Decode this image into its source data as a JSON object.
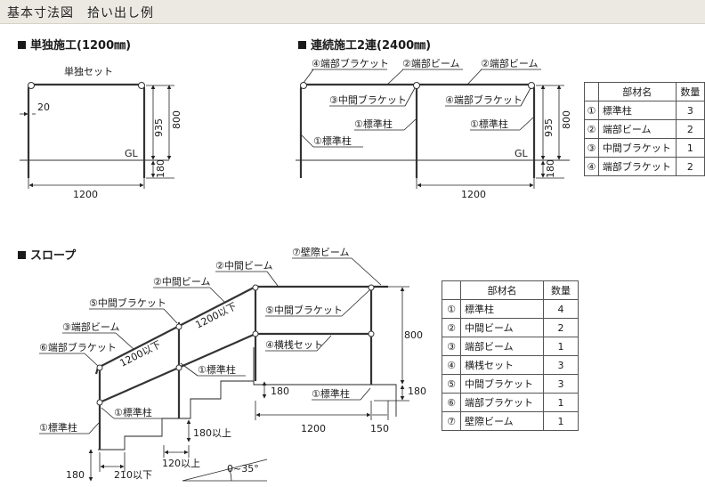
{
  "header": {
    "title": "基本寸法図　拾い出し例"
  },
  "sections": {
    "single": "単独施工(1200㎜)",
    "double": "連続施工2連(2400㎜)",
    "slope": "スロープ"
  },
  "single": {
    "set_label": "単独セット",
    "dims": {
      "offset": "20",
      "width": "1200",
      "height": "935",
      "total": "800",
      "below": "180"
    },
    "gl": "GL"
  },
  "double": {
    "labels": {
      "end_bracket": "④端部ブラケット",
      "end_beam_1": "②端部ビーム",
      "end_beam_2": "②端部ビーム",
      "mid_bracket": "③中間ブラケット",
      "end_bracket_2": "④端部ブラケット",
      "post_1": "①標準柱",
      "post_2": "①標準柱",
      "post_3": "①標準柱"
    },
    "dims": {
      "height": "935",
      "total": "800",
      "below": "180",
      "width": "1200"
    },
    "gl": "GL"
  },
  "table1": {
    "headers": [
      "部材名",
      "数量"
    ],
    "rows": [
      {
        "no": "①",
        "name": "標準柱",
        "qty": "3"
      },
      {
        "no": "②",
        "name": "端部ビーム",
        "qty": "2"
      },
      {
        "no": "③",
        "name": "中間ブラケット",
        "qty": "1"
      },
      {
        "no": "④",
        "name": "端部ブラケット",
        "qty": "2"
      }
    ]
  },
  "slope": {
    "labels": {
      "wall_beam": "⑦壁際ビーム",
      "mid_beam_2": "②中間ビーム",
      "mid_beam_1": "②中間ビーム",
      "mid_bracket_1": "⑤中間ブラケット",
      "end_beam": "③端部ビーム",
      "end_bracket": "⑥端部ブラケット",
      "mid_bracket_2": "⑤中間ブラケット",
      "cross_set": "④横桟セット",
      "post_a": "①標準柱",
      "post_b": "①標準柱",
      "post_c": "①標準柱",
      "post_d": "①標準柱"
    },
    "dims": {
      "span_1": "1200以下",
      "span_2": "1200以下",
      "height": "800",
      "below_right": "180",
      "below_mid": "180",
      "width": "1200",
      "end": "150",
      "step_h": "180以上",
      "step_d": "120以上",
      "base_h": "180",
      "base_w": "210以下",
      "angle": "0~35°"
    }
  },
  "table2": {
    "headers": [
      "部材名",
      "数量"
    ],
    "rows": [
      {
        "no": "①",
        "name": "標準柱",
        "qty": "4"
      },
      {
        "no": "②",
        "name": "中間ビーム",
        "qty": "2"
      },
      {
        "no": "③",
        "name": "端部ビーム",
        "qty": "1"
      },
      {
        "no": "④",
        "name": "横桟セット",
        "qty": "3"
      },
      {
        "no": "⑤",
        "name": "中間ブラケット",
        "qty": "3"
      },
      {
        "no": "⑥",
        "name": "端部ブラケット",
        "qty": "1"
      },
      {
        "no": "⑦",
        "name": "壁際ビーム",
        "qty": "1"
      }
    ]
  }
}
